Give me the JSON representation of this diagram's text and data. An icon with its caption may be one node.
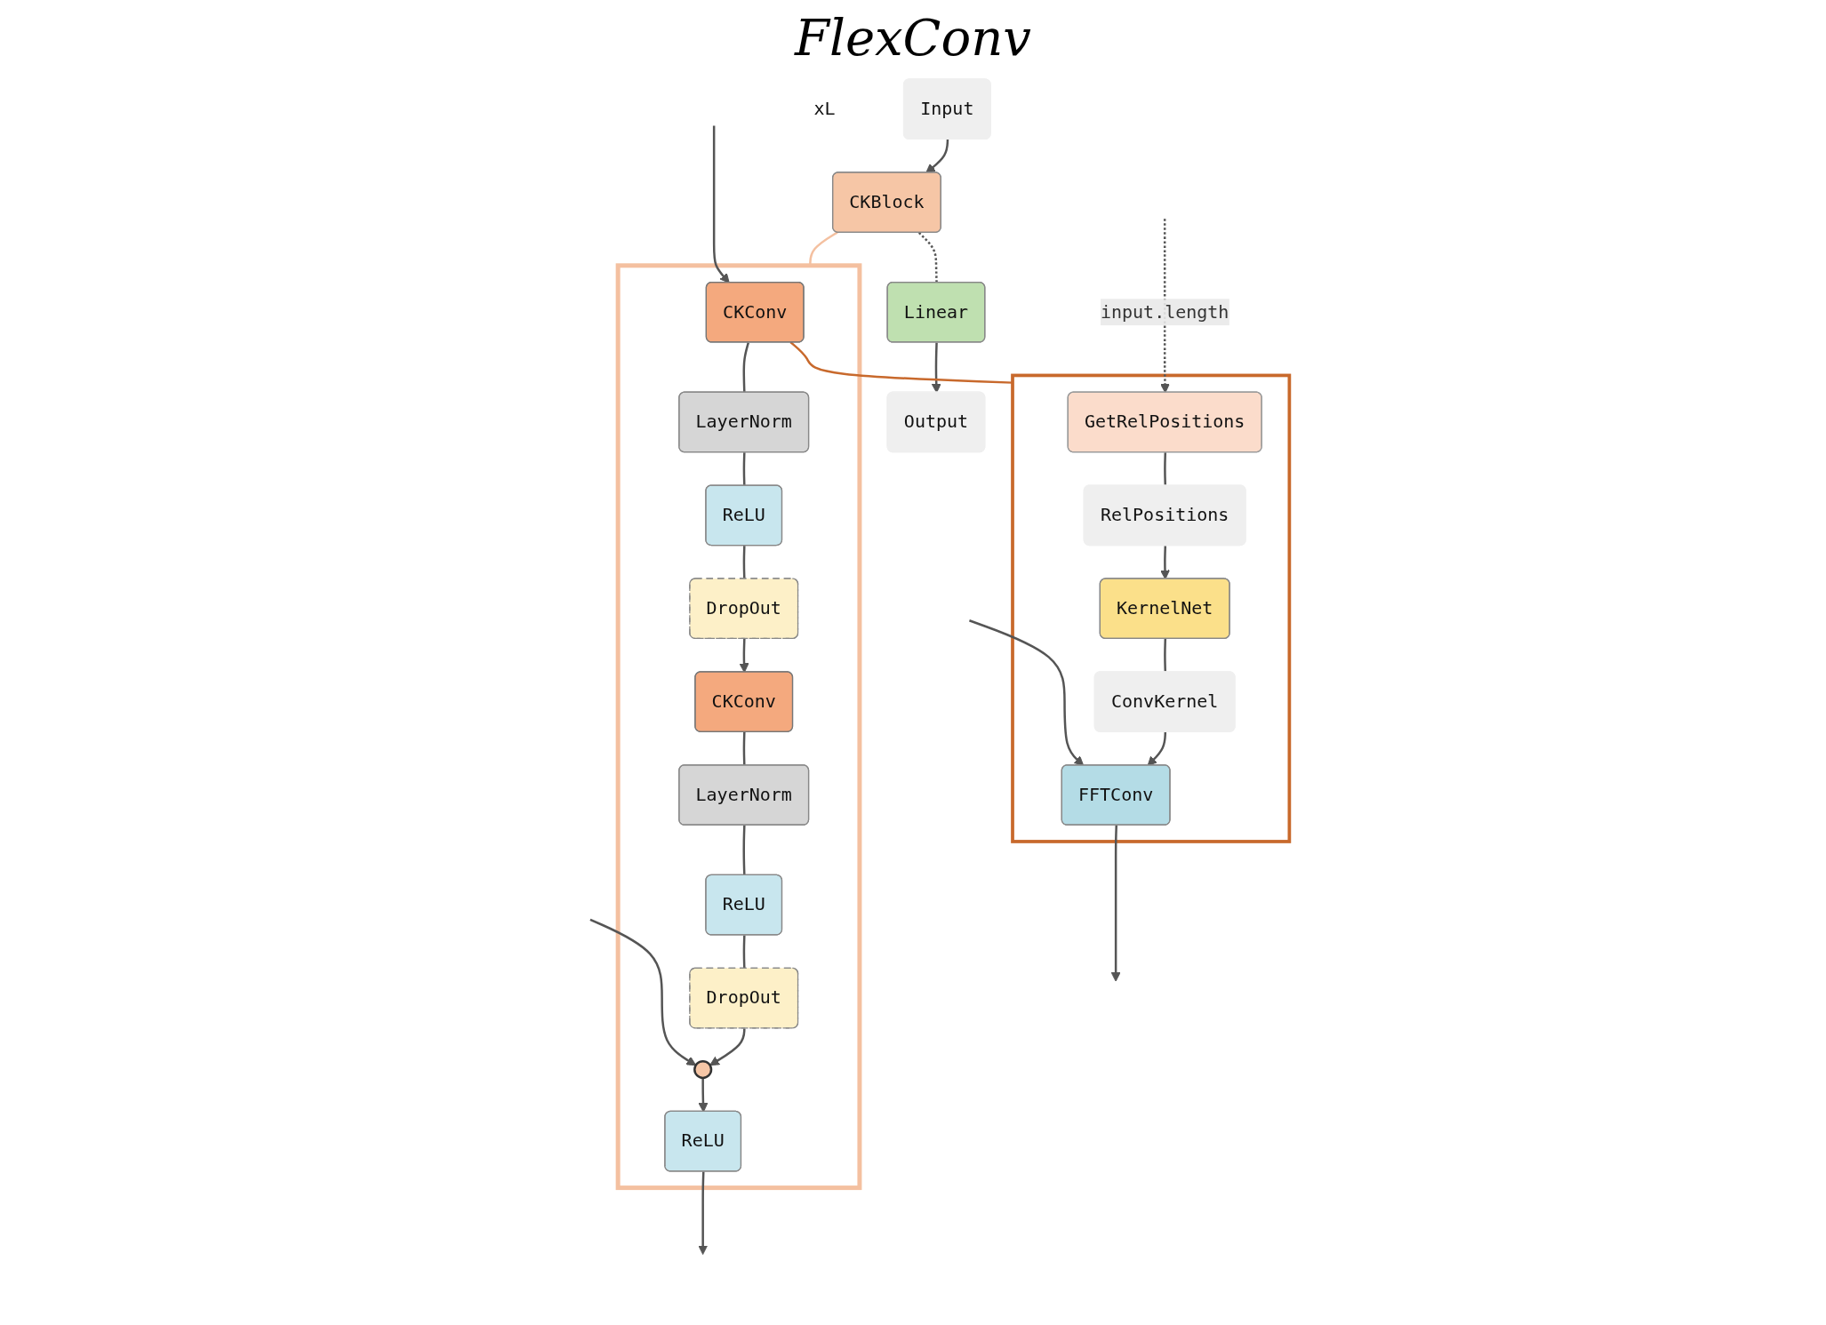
{
  "diagram": {
    "title": "FlexConv",
    "nodes": [
      {
        "text": [
          "Input"
        ]
      },
      {
        "text": [
          "CKBlock"
        ],
        "beside": [
          "xL"
        ]
      },
      {
        "text": [
          "Linear"
        ]
      },
      {
        "text": [
          "Output"
        ]
      },
      {
        "text": [],
        "shape": "box"
      },
      {
        "text": [
          "CKConv"
        ],
        "in": 4
      },
      {
        "text": [
          "LayerNorm"
        ],
        "in": 4
      },
      {
        "text": [
          "ReLU"
        ],
        "in": 4
      },
      {
        "text": [
          "DropOut"
        ],
        "in": 4
      },
      {
        "text": [
          "CKConv"
        ],
        "in": 4
      },
      {
        "text": [
          "LayerNorm"
        ],
        "in": 4
      },
      {
        "text": [
          "ReLU"
        ],
        "in": 4
      },
      {
        "text": [
          "DropOut"
        ],
        "in": 4
      },
      {
        "text": [],
        "shape": "circle",
        "in": 4
      },
      {
        "text": [
          "ReLU"
        ],
        "in": 4
      },
      {
        "text": [],
        "shape": "box"
      },
      {
        "text": [
          "GetRelPositions"
        ],
        "in": 15
      },
      {
        "text": [
          "RelPositions"
        ],
        "in": 15
      },
      {
        "text": [
          "KernelNet"
        ],
        "in": 15
      },
      {
        "text": [
          "ConvKernel"
        ],
        "in": 15
      },
      {
        "text": [
          "FFTConv"
        ],
        "in": 15
      }
    ],
    "edges": [
      {
        "from": 0,
        "to": 1,
        "arrow": "to"
      },
      {
        "from": 1,
        "to": 2,
        "arrow": "none",
        "style": "dashed"
      },
      {
        "from": 2,
        "to": 3,
        "arrow": "to"
      },
      {
        "from": 1,
        "to": 4,
        "arrow": "none",
        "color": "#f4c0a0"
      },
      {
        "from": null,
        "to": 5,
        "arrow": "to"
      },
      {
        "from": null,
        "to": 13,
        "arrow": "to"
      },
      {
        "from": 5,
        "to": 6,
        "arrow": "none"
      },
      {
        "from": 6,
        "to": 7,
        "arrow": "none"
      },
      {
        "from": 7,
        "to": 8,
        "arrow": "none"
      },
      {
        "from": 8,
        "to": 9,
        "arrow": "to"
      },
      {
        "from": 9,
        "to": 10,
        "arrow": "none"
      },
      {
        "from": 10,
        "to": 11,
        "arrow": "none"
      },
      {
        "from": 11,
        "to": 12,
        "arrow": "none"
      },
      {
        "from": 12,
        "to": 13,
        "arrow": "to"
      },
      {
        "from": 13,
        "to": 14,
        "arrow": "to"
      },
      {
        "from": 14,
        "to": null,
        "arrow": "to"
      },
      {
        "from": 5,
        "to": 15,
        "arrow": "none",
        "color": "#c8692c"
      },
      {
        "from": null,
        "to": 16,
        "arrow": "to",
        "style": "dashed",
        "label": "input.length"
      },
      {
        "from": null,
        "to": 20,
        "arrow": "to"
      },
      {
        "from": 16,
        "to": 17,
        "arrow": "none"
      },
      {
        "from": 17,
        "to": 18,
        "arrow": "to"
      },
      {
        "from": 18,
        "to": 19,
        "arrow": "none"
      },
      {
        "from": 19,
        "to": 20,
        "arrow": "to"
      },
      {
        "from": 20,
        "to": null,
        "arrow": "to"
      }
    ]
  }
}
